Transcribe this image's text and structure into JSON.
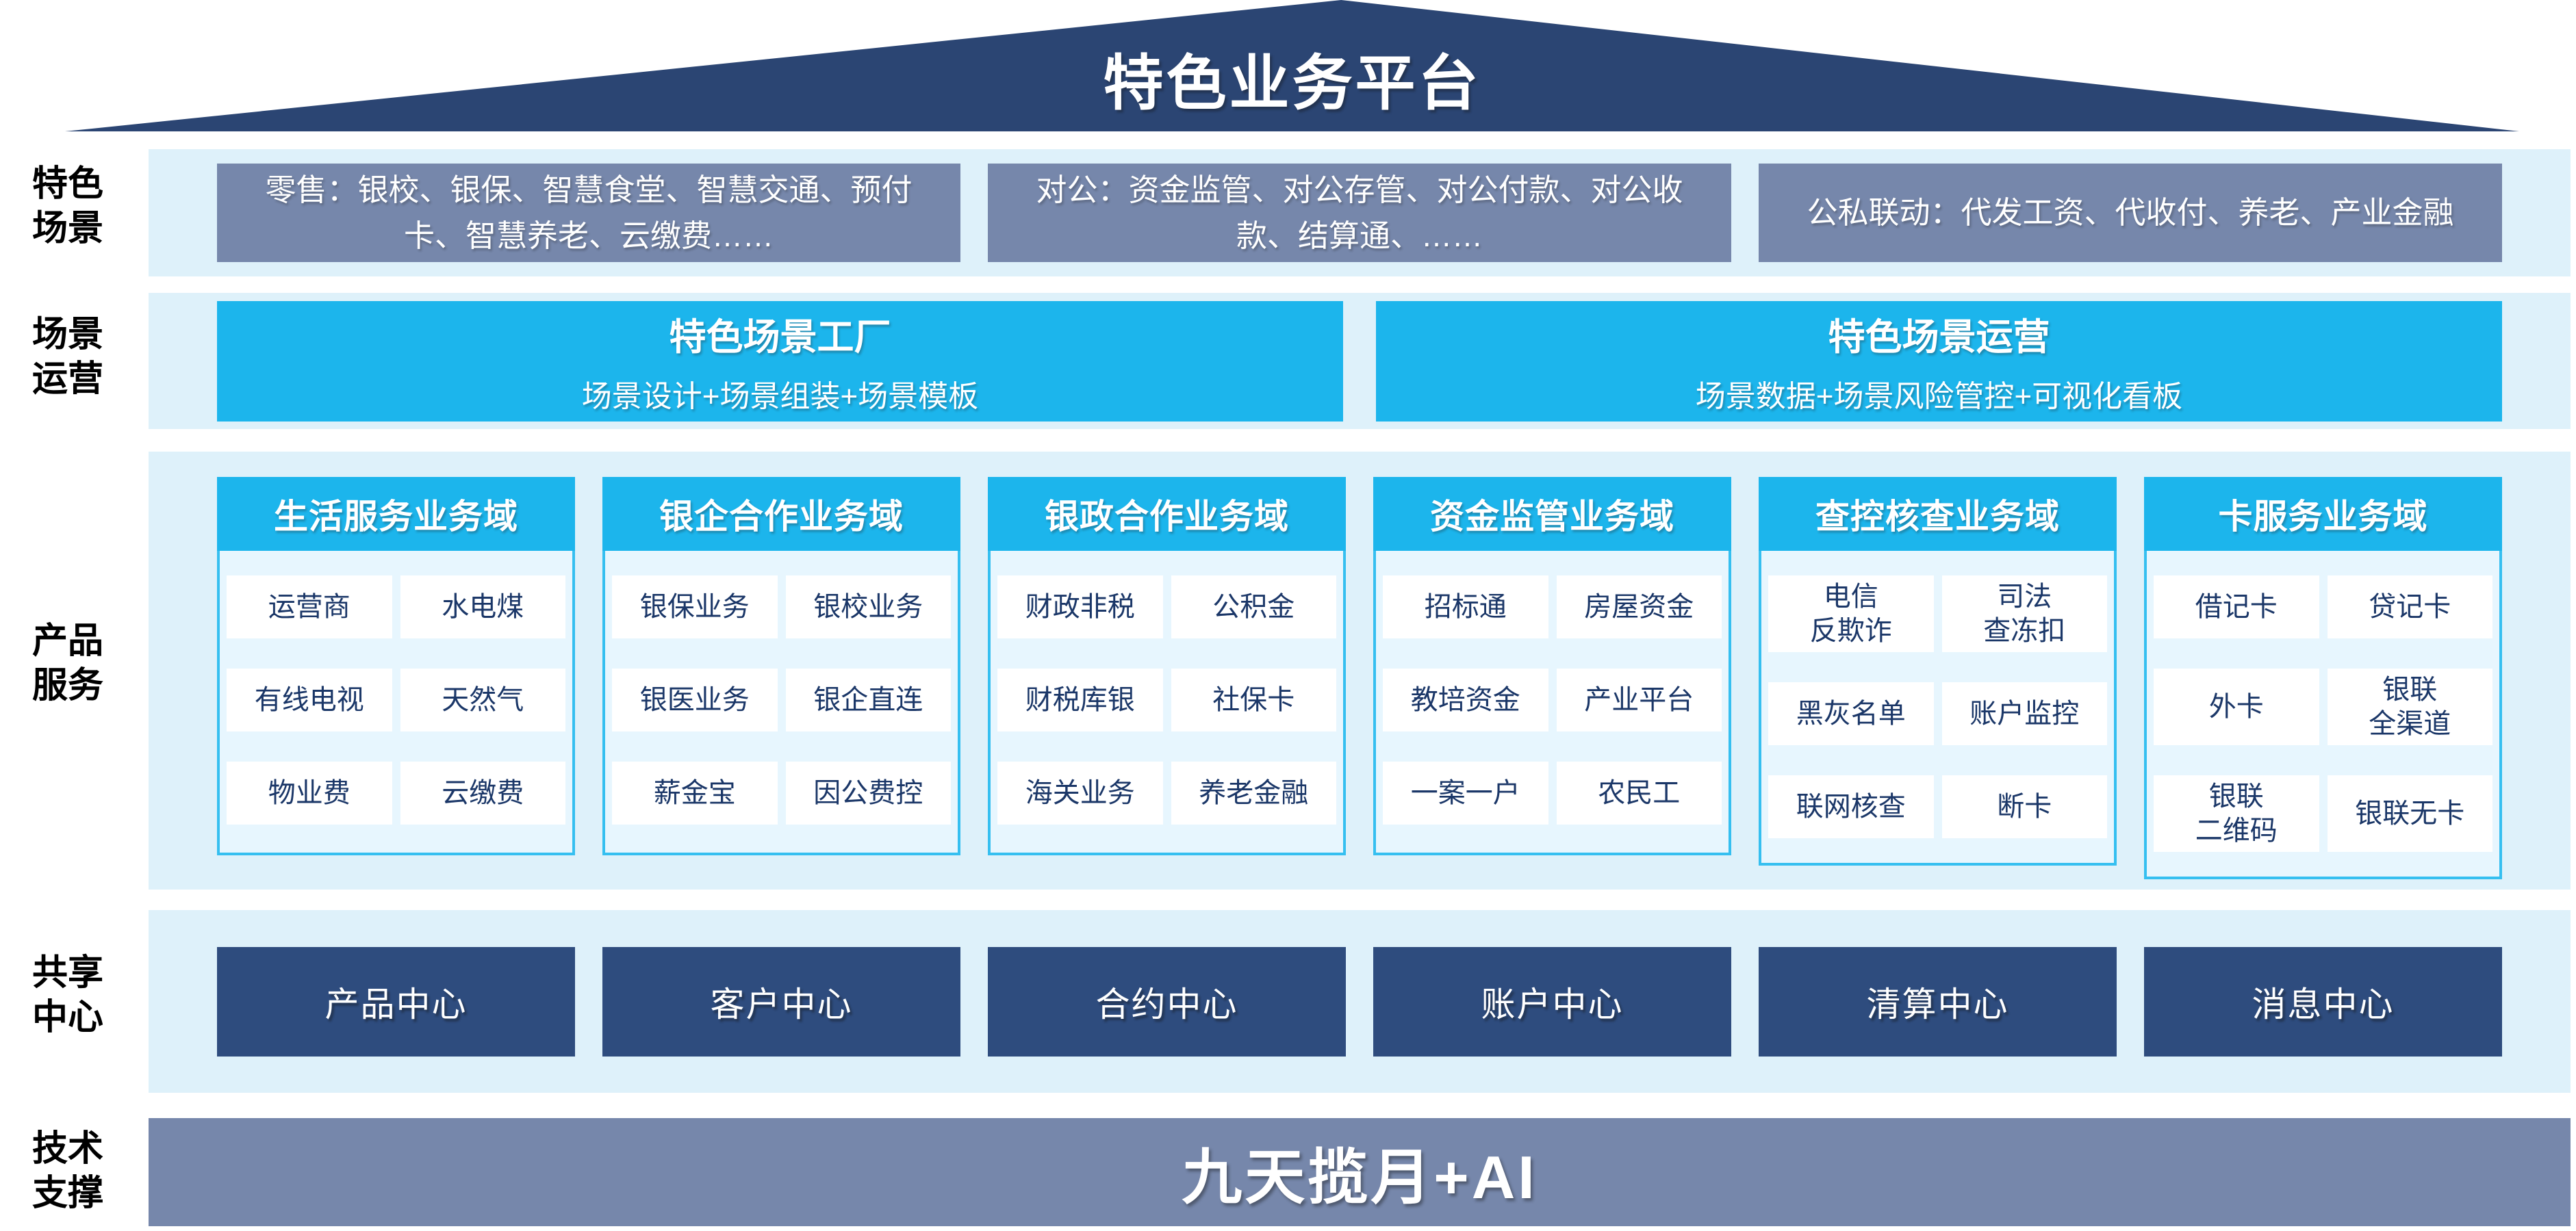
{
  "title": "特色业务平台",
  "rows": {
    "scenes": {
      "label": "特色\n场景",
      "boxes": [
        "零售：银校、银保、智慧食堂、智慧交通、预付卡、智慧养老、云缴费……",
        "对公：资金监管、对公存管、对公付款、对公收款、结算通、……",
        "公私联动：代发工资、代收付、养老、产业金融"
      ]
    },
    "operations": {
      "label": "场景\n运营",
      "boxes": [
        {
          "title": "特色场景工厂",
          "subtitle": "场景设计+场景组装+场景模板"
        },
        {
          "title": "特色场景运营",
          "subtitle": "场景数据+场景风险管控+可视化看板"
        }
      ]
    },
    "products": {
      "label": "产品\n服务",
      "columns": [
        {
          "header": "生活服务业务域",
          "items": [
            "运营商",
            "水电煤",
            "有线电视",
            "天然气",
            "物业费",
            "云缴费"
          ]
        },
        {
          "header": "银企合作业务域",
          "items": [
            "银保业务",
            "银校业务",
            "银医业务",
            "银企直连",
            "薪金宝",
            "因公费控"
          ]
        },
        {
          "header": "银政合作业务域",
          "items": [
            "财政非税",
            "公积金",
            "财税库银",
            "社保卡",
            "海关业务",
            "养老金融"
          ]
        },
        {
          "header": "资金监管业务域",
          "items": [
            "招标通",
            "房屋资金",
            "教培资金",
            "产业平台",
            "一案一户",
            "农民工"
          ]
        },
        {
          "header": "查控核查业务域",
          "items": [
            "电信\n反欺诈",
            "司法\n查冻扣",
            "黑灰名单",
            "账户监控",
            "联网核查",
            "断卡"
          ]
        },
        {
          "header": "卡服务业务域",
          "items": [
            "借记卡",
            "贷记卡",
            "外卡",
            "银联\n全渠道",
            "银联\n二维码",
            "银联无卡"
          ]
        }
      ]
    },
    "centers": {
      "label": "共享\n中心",
      "boxes": [
        "产品中心",
        "客户中心",
        "合约中心",
        "账户中心",
        "清算中心",
        "消息中心"
      ]
    },
    "tech": {
      "label": "技术\n支撑",
      "text": "九天揽月+AI"
    }
  },
  "colors": {
    "roof_navy": "#2B4573",
    "center_navy": "#2E4C7E",
    "slate_blue": "#7687AB",
    "cyan": "#1CB5EC",
    "band_light": "#DEF1FA",
    "column_body": "#E7F6FE",
    "column_border": "#35BFF0",
    "item_text": "#1B3768"
  }
}
